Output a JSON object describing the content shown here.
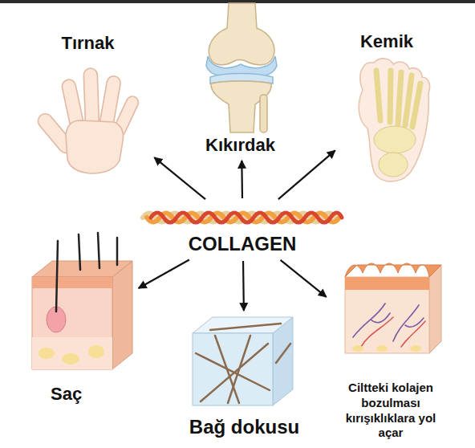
{
  "diagram": {
    "nodes": [
      {
        "text": [
          "Tırnak"
        ]
      },
      {
        "text": [
          "Kıkırdak"
        ]
      },
      {
        "text": [
          "Kemik"
        ]
      },
      {
        "text": [
          "COLLAGEN"
        ]
      },
      {
        "text": [
          "Saç"
        ]
      },
      {
        "text": [
          "Bağ dokusu"
        ]
      },
      {
        "text": [
          "Ciltteki kolajen bozulması kırışıklıklara yol açar"
        ]
      }
    ],
    "edges": [
      {
        "from": 3,
        "to": 0,
        "arrow": "to"
      },
      {
        "from": 3,
        "to": 1,
        "arrow": "to"
      },
      {
        "from": 3,
        "to": 2,
        "arrow": "to"
      },
      {
        "from": 3,
        "to": 4,
        "arrow": "to"
      },
      {
        "from": 3,
        "to": 5,
        "arrow": "to"
      },
      {
        "from": 3,
        "to": 6,
        "arrow": "to"
      }
    ]
  }
}
